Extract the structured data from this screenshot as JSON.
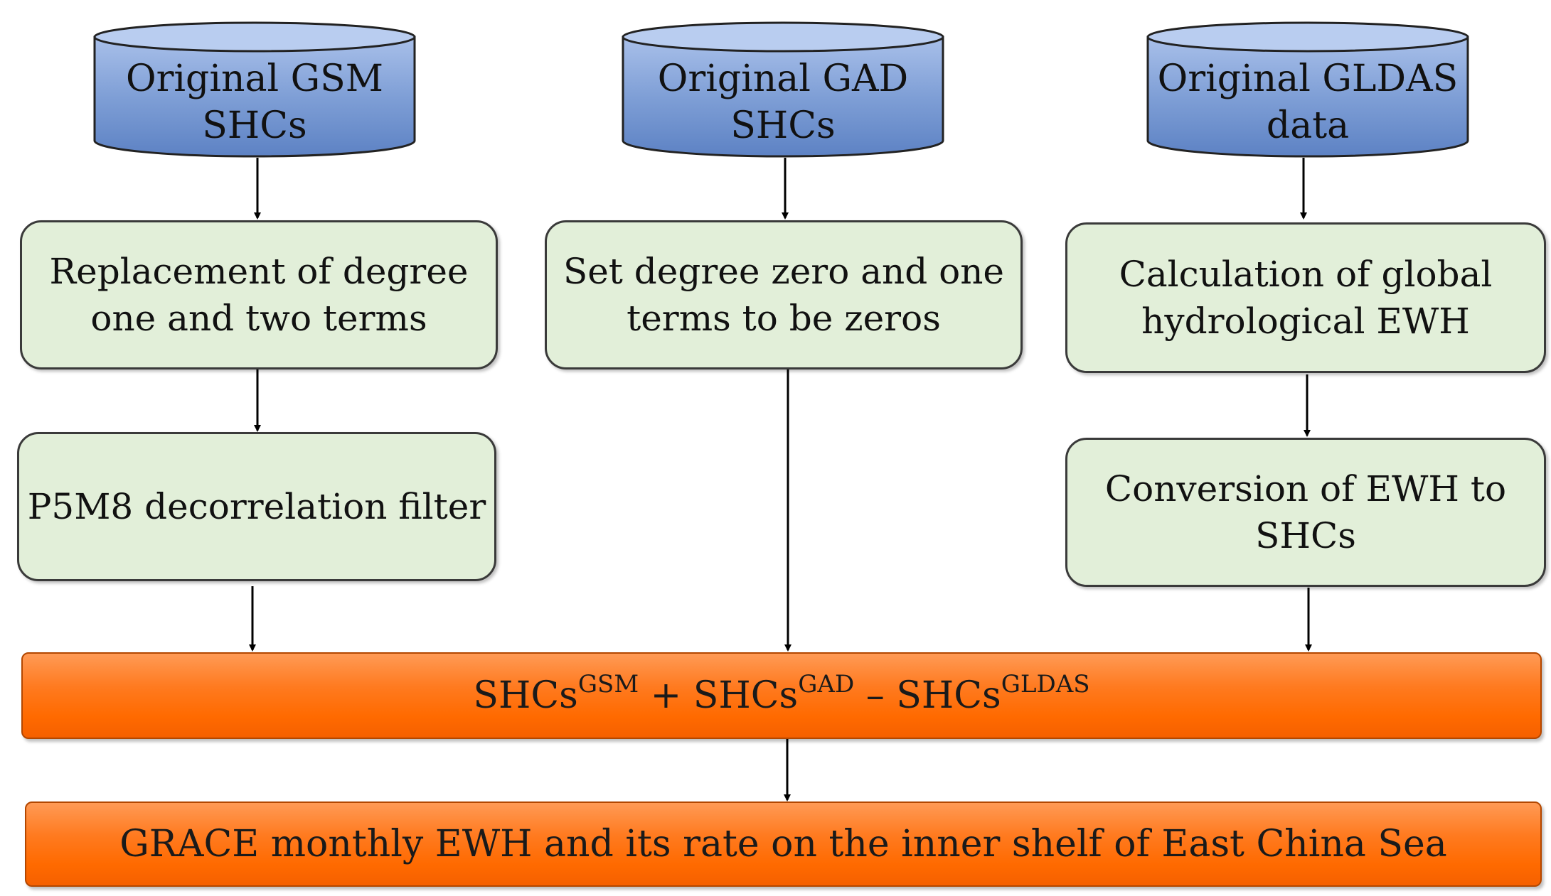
{
  "sources": {
    "gsm": {
      "line1": "Original GSM",
      "line2": "SHCs"
    },
    "gad": {
      "line1": "Original GAD",
      "line2": "SHCs"
    },
    "gldas": {
      "line1": "Original GLDAS",
      "line2": "data"
    }
  },
  "steps": {
    "gsm_replace": {
      "line1": "Replacement of degree",
      "line2": "one and two terms"
    },
    "gsm_filter": {
      "line1": "P5M8 decorrelation filter"
    },
    "gad_zero": {
      "line1": "Set degree zero and one",
      "line2": "terms to be zeros"
    },
    "gldas_calc": {
      "line1": "Calculation of global",
      "line2": "hydrological EWH"
    },
    "gldas_convert": {
      "line1": "Conversion of EWH to",
      "line2": "SHCs"
    }
  },
  "combine": {
    "term1": "SHCs",
    "sup1": "GSM",
    "op1": " + ",
    "term2": "SHCs",
    "sup2": "GAD",
    "op2": " – ",
    "term3": "SHCs",
    "sup3": "GLDAS"
  },
  "result": {
    "text": "GRACE monthly EWH and its rate on the inner shelf of East China Sea"
  },
  "colors": {
    "cylinder_fill": "#7f9fd6",
    "process_fill": "#e2efd9",
    "bar_fill": "#ff6a00"
  }
}
